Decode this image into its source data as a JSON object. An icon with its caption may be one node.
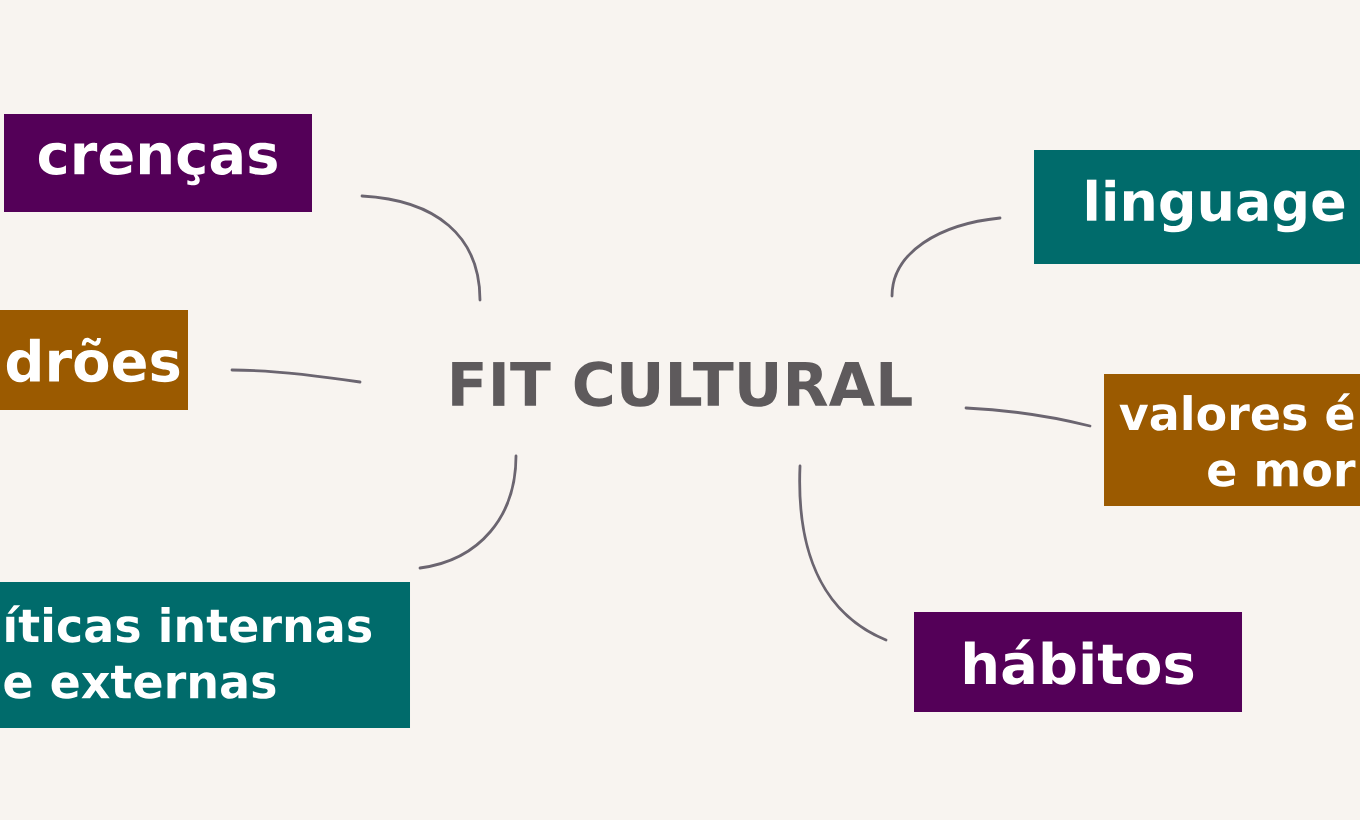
{
  "diagram": {
    "nodes": [
      {
        "text": [
          "FIT CULTURAL"
        ]
      },
      {
        "text": [
          "crenças"
        ]
      },
      {
        "text": [
          "drões"
        ]
      },
      {
        "text": [
          "íticas internas e externas"
        ]
      },
      {
        "text": [
          "linguage"
        ]
      },
      {
        "text": [
          "valores é e mor"
        ]
      },
      {
        "text": [
          "hábitos"
        ]
      }
    ],
    "edges": [
      {
        "from": 0,
        "to": 1,
        "arrow": "none"
      },
      {
        "from": 0,
        "to": 2,
        "arrow": "none"
      },
      {
        "from": 0,
        "to": 3,
        "arrow": "none"
      },
      {
        "from": 0,
        "to": 4,
        "arrow": "none"
      },
      {
        "from": 0,
        "to": 5,
        "arrow": "none"
      },
      {
        "from": 0,
        "to": 6,
        "arrow": "none"
      }
    ]
  }
}
